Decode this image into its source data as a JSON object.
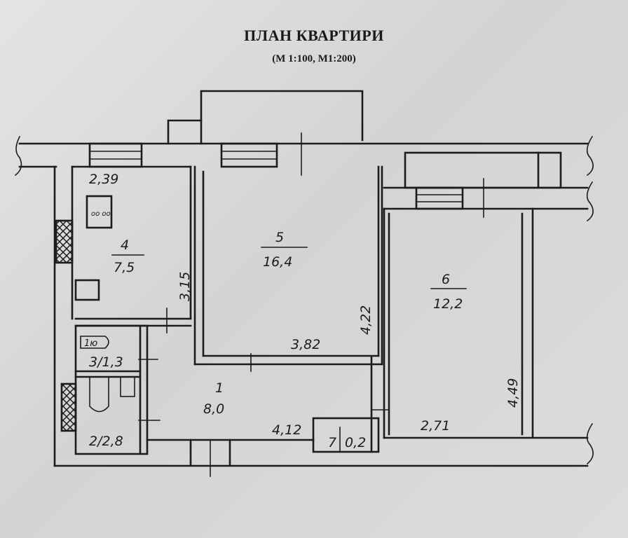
{
  "title": "ПЛАН КВАРТИРИ",
  "scale": "(М 1:100, М1:200)",
  "rooms": [
    {
      "number": "1",
      "area": "8,0"
    },
    {
      "number": "2",
      "area": "2,8",
      "label": "2/2,8"
    },
    {
      "number": "3",
      "area": "1,3",
      "label": "3/1,3"
    },
    {
      "number": "4",
      "area": "7,5"
    },
    {
      "number": "5",
      "area": "16,4"
    },
    {
      "number": "6",
      "area": "12,2"
    },
    {
      "number": "7",
      "area": "0,2"
    }
  ],
  "dimensions": {
    "kitchen_width": "2,39",
    "kitchen_length": "3,15",
    "room5_length": "4,22",
    "room5_width": "3,82",
    "room6_length": "4,49",
    "room6_width": "2,71",
    "hall_length": "4,12"
  },
  "fixtures": {
    "toilet_mark": "1ю",
    "stove_mark": "oo oo"
  }
}
